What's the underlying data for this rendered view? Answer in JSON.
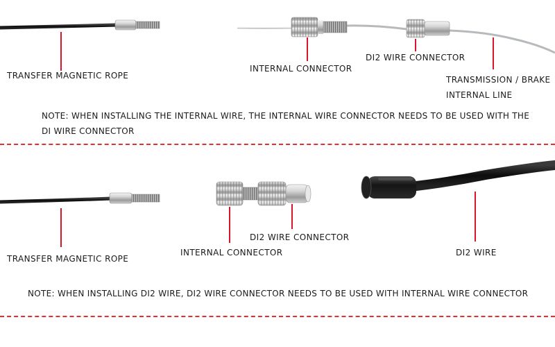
{
  "section_top": {
    "labels": {
      "transfer_rope": "TRANSFER MAGNETIC ROPE",
      "internal_connector": "INTERNAL CONNECTOR",
      "di2_wire_connector": "DI2 WIRE CONNECTOR",
      "transmission_line_1": "TRANSMISSION / BRAKE",
      "transmission_line_2": "INTERNAL LINE"
    },
    "note_line_1": "NOTE: WHEN INSTALLING THE INTERNAL WIRE, THE INTERNAL WIRE CONNECTOR NEEDS TO BE USED WITH THE",
    "note_line_2": "DI WIRE CONNECTOR"
  },
  "section_bottom": {
    "labels": {
      "transfer_rope": "TRANSFER MAGNETIC ROPE",
      "di2_wire_connector": "DI2 WIRE CONNECTOR",
      "internal_connector": "INTERNAL CONNECTOR",
      "di2_wire": "DI2 WIRE"
    },
    "note": "NOTE: WHEN INSTALLING DI2 WIRE, DI2 WIRE CONNECTOR NEEDS TO BE USED WITH INTERNAL WIRE CONNECTOR"
  },
  "colors": {
    "leader_line": "#d9142b",
    "divider": "#e23030",
    "cable": "#111111",
    "steel_wire": "#b7babd",
    "metal": "#c9c9c9"
  }
}
